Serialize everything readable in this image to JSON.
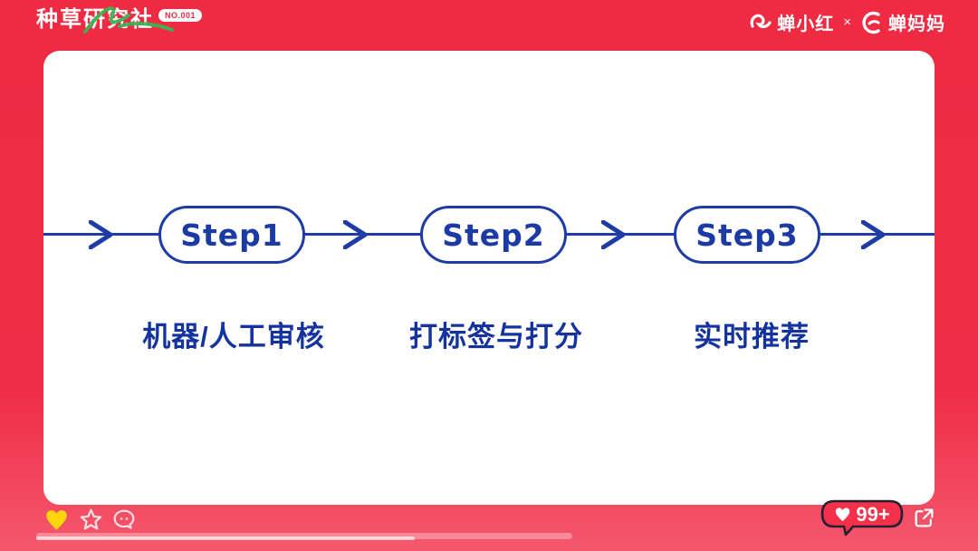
{
  "theme": {
    "background_red": "#ee2b43",
    "background_bottom_pink": "#f4586d",
    "card_white": "#ffffff",
    "flow_blue": "#1e3ba6",
    "scribble_green": "#3cb352",
    "badge_red": "#f5304b",
    "badge_outline_dark": "#241f31",
    "heart_yellow": "#ffd60a"
  },
  "header": {
    "logo_text": "种草研究社",
    "logo_badge": "NO.001",
    "partner_left": "蝉小红",
    "partner_separator": "×",
    "partner_right": "蝉妈妈"
  },
  "flow": {
    "steps": [
      {
        "label": "Step1",
        "caption": "机器/人工审核"
      },
      {
        "label": "Step2",
        "caption": "打标签与打分"
      },
      {
        "label": "Step3",
        "caption": "实时推荐"
      }
    ]
  },
  "footer": {
    "likes_count": "99+"
  },
  "icons": {
    "like": "heart-icon",
    "favorite": "star-icon",
    "comment": "chat-bubble-icon",
    "share": "share-icon",
    "likes_badge": "heart-icon"
  }
}
